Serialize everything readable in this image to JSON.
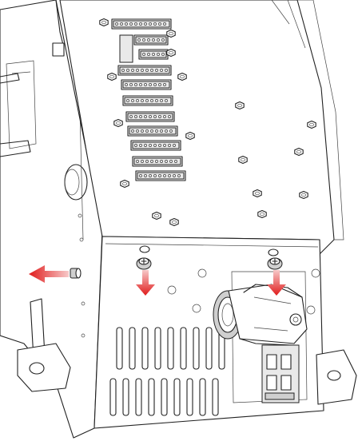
{
  "figure": {
    "callouts": [
      {
        "name": "left-side-screw",
        "arrow_color": "#e01b1b",
        "direction": "left"
      },
      {
        "name": "front-left-screw",
        "arrow_color": "#e01b1b",
        "direction": "down"
      },
      {
        "name": "front-right-screw",
        "arrow_color": "#e01b1b",
        "direction": "down"
      }
    ],
    "terminal_block_count": 11,
    "colors": {
      "line": "#222222",
      "arrow": "#e01b1b",
      "background": "#ffffff"
    }
  }
}
